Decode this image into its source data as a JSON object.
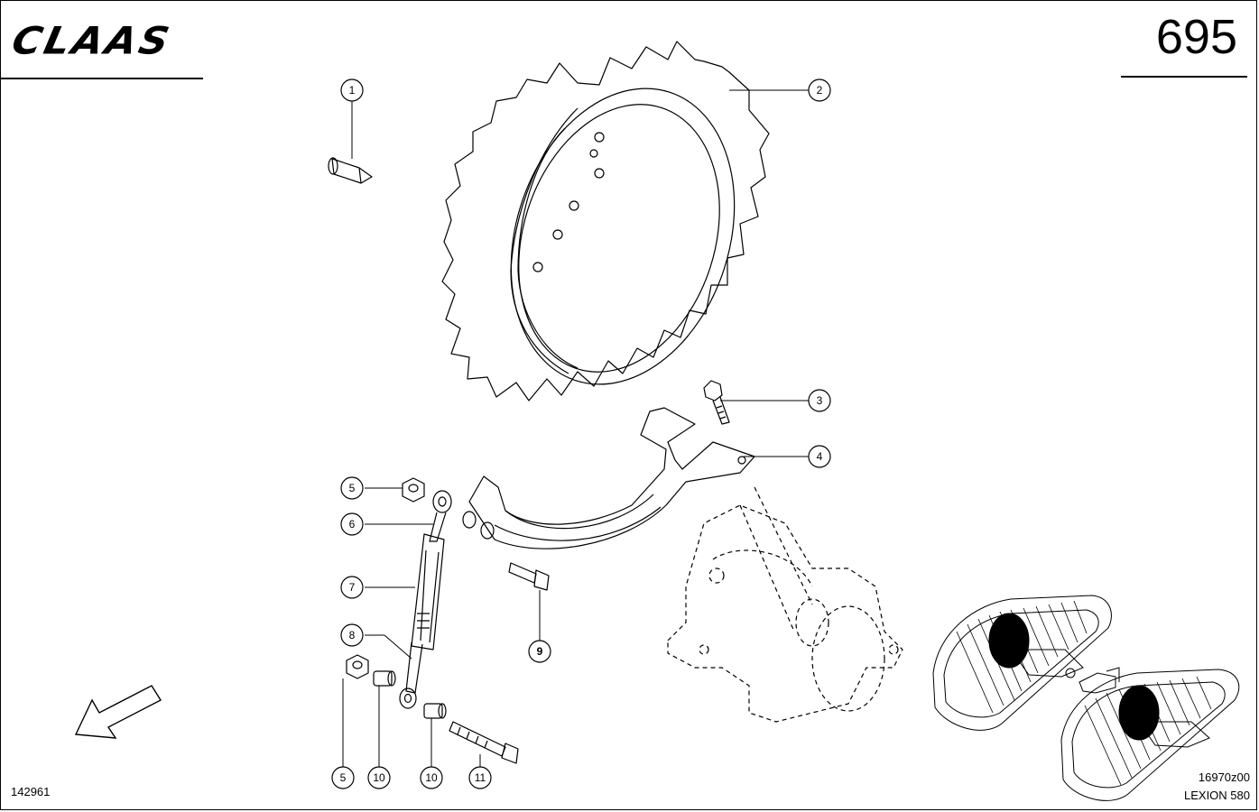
{
  "header": {
    "brand": "CLAAS",
    "page_number": "695"
  },
  "footer": {
    "drawing_number": "142961",
    "figure_code": "16970z00",
    "model": "LEXION 580"
  },
  "callouts": [
    "1",
    "2",
    "3",
    "4",
    "5",
    "6",
    "7",
    "8",
    "9",
    "5",
    "10",
    "10",
    "11"
  ],
  "colors": {
    "line": "#000000",
    "background": "#ffffff"
  },
  "icons": [
    "direction-arrow-icon",
    "track-unit-thumbnail"
  ]
}
